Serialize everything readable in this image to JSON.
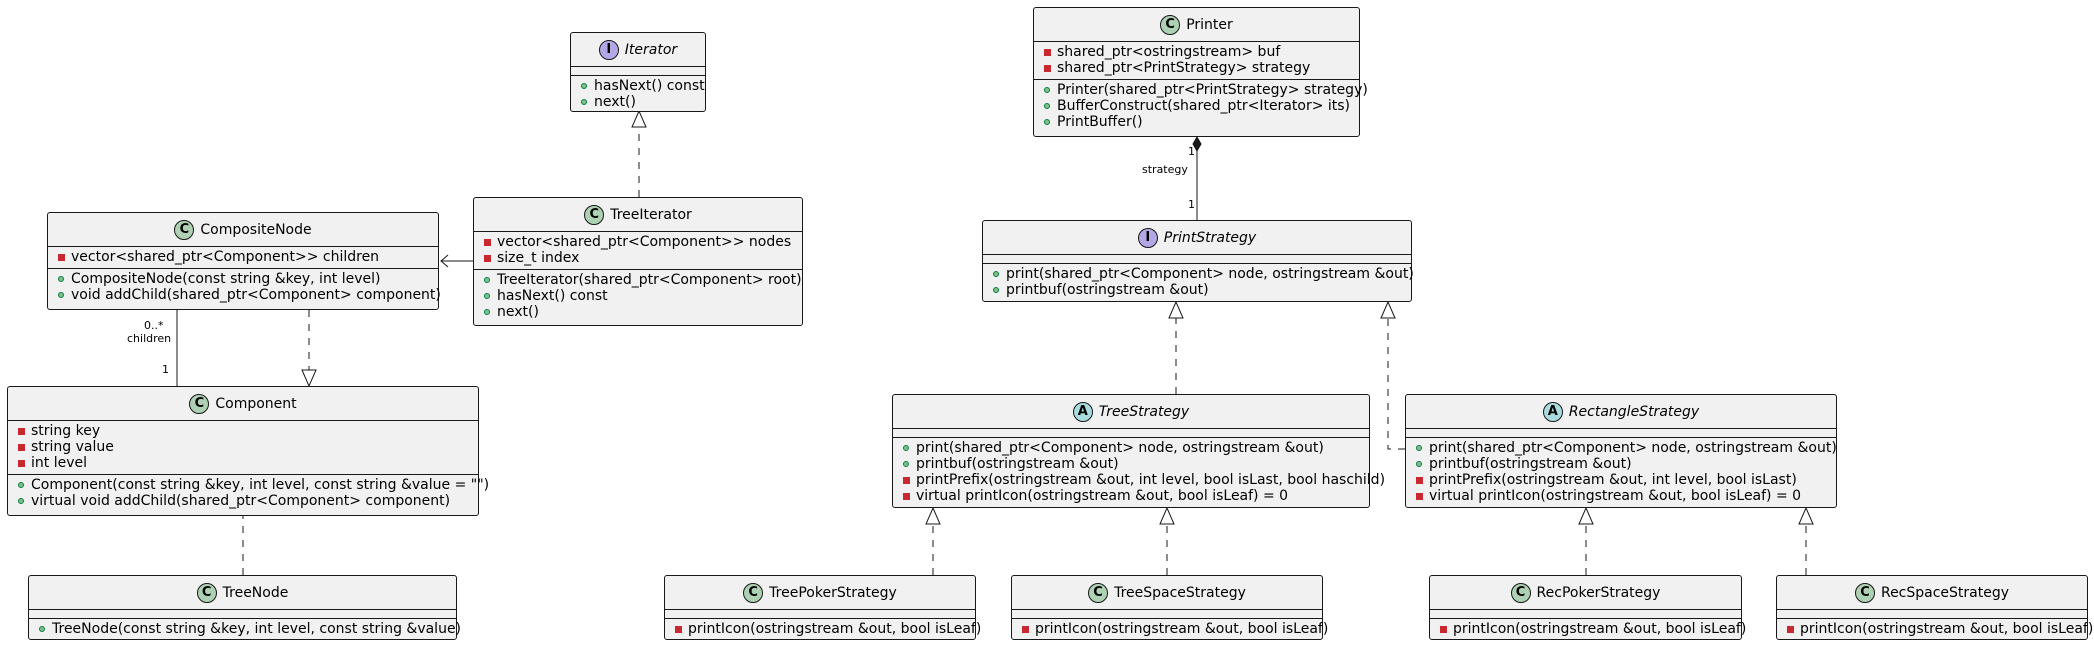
{
  "classes": {
    "iterator": {
      "kind": "I",
      "name": "Iterator",
      "italic": true,
      "fields": [],
      "methods": [
        {
          "vis": "public",
          "text": "hasNext() const"
        },
        {
          "vis": "public",
          "text": "next()"
        }
      ]
    },
    "printer": {
      "kind": "C",
      "name": "Printer",
      "italic": false,
      "fields": [
        {
          "vis": "private",
          "text": "shared_ptr<ostringstream> buf"
        },
        {
          "vis": "private",
          "text": "shared_ptr<PrintStrategy> strategy"
        }
      ],
      "methods": [
        {
          "vis": "public",
          "text": "Printer(shared_ptr<PrintStrategy> strategy)"
        },
        {
          "vis": "public",
          "text": "BufferConstruct(shared_ptr<Iterator> its)"
        },
        {
          "vis": "public",
          "text": "PrintBuffer()"
        }
      ]
    },
    "composite_node": {
      "kind": "C",
      "name": "CompositeNode",
      "italic": false,
      "fields": [
        {
          "vis": "private",
          "text": "vector<shared_ptr<Component>> children"
        }
      ],
      "methods": [
        {
          "vis": "public",
          "text": "CompositeNode(const string &key, int level)"
        },
        {
          "vis": "public",
          "text": "void addChild(shared_ptr<Component> component)"
        }
      ]
    },
    "tree_iterator": {
      "kind": "C",
      "name": "TreeIterator",
      "italic": false,
      "fields": [
        {
          "vis": "private",
          "text": "vector<shared_ptr<Component>> nodes"
        },
        {
          "vis": "private",
          "text": "size_t index"
        }
      ],
      "methods": [
        {
          "vis": "public",
          "text": "TreeIterator(shared_ptr<Component> root)"
        },
        {
          "vis": "public",
          "text": "hasNext() const"
        },
        {
          "vis": "public",
          "text": "next()"
        }
      ]
    },
    "print_strategy": {
      "kind": "I",
      "name": "PrintStrategy",
      "italic": true,
      "fields": [],
      "methods": [
        {
          "vis": "public",
          "text": "print(shared_ptr<Component> node, ostringstream &out)"
        },
        {
          "vis": "public",
          "text": "printbuf(ostringstream &out)"
        }
      ]
    },
    "component": {
      "kind": "C",
      "name": "Component",
      "italic": false,
      "fields": [
        {
          "vis": "private",
          "text": "string key"
        },
        {
          "vis": "private",
          "text": "string value"
        },
        {
          "vis": "private",
          "text": "int level"
        }
      ],
      "methods": [
        {
          "vis": "public",
          "text": "Component(const string &key, int level, const string &value = \"\")"
        },
        {
          "vis": "public",
          "text": "virtual void addChild(shared_ptr<Component> component)"
        }
      ]
    },
    "tree_strategy": {
      "kind": "A",
      "name": "TreeStrategy",
      "italic": true,
      "fields": [],
      "methods": [
        {
          "vis": "public",
          "text": "print(shared_ptr<Component> node, ostringstream &out)"
        },
        {
          "vis": "public",
          "text": "printbuf(ostringstream &out)"
        },
        {
          "vis": "private",
          "text": "printPrefix(ostringstream &out, int level, bool isLast, bool haschild)"
        },
        {
          "vis": "private",
          "text": "virtual printIcon(ostringstream &out, bool isLeaf) = 0"
        }
      ]
    },
    "rectangle_strategy": {
      "kind": "A",
      "name": "RectangleStrategy",
      "italic": true,
      "fields": [],
      "methods": [
        {
          "vis": "public",
          "text": "print(shared_ptr<Component> node, ostringstream &out)"
        },
        {
          "vis": "public",
          "text": "printbuf(ostringstream &out)"
        },
        {
          "vis": "private",
          "text": "printPrefix(ostringstream &out, int level, bool isLast)"
        },
        {
          "vis": "private",
          "text": "virtual printIcon(ostringstream &out, bool isLeaf) = 0"
        }
      ]
    },
    "tree_node": {
      "kind": "C",
      "name": "TreeNode",
      "italic": false,
      "fields": [],
      "methods": [
        {
          "vis": "public",
          "text": "TreeNode(const string &key, int level, const string &value)"
        }
      ]
    },
    "tree_poker_strategy": {
      "kind": "C",
      "name": "TreePokerStrategy",
      "italic": false,
      "fields": [],
      "methods": [
        {
          "vis": "private",
          "text": "printIcon(ostringstream &out, bool isLeaf)"
        }
      ]
    },
    "tree_space_strategy": {
      "kind": "C",
      "name": "TreeSpaceStrategy",
      "italic": false,
      "fields": [],
      "methods": [
        {
          "vis": "private",
          "text": "printIcon(ostringstream &out, bool isLeaf)"
        }
      ]
    },
    "rec_poker_strategy": {
      "kind": "C",
      "name": "RecPokerStrategy",
      "italic": false,
      "fields": [],
      "methods": [
        {
          "vis": "private",
          "text": "printIcon(ostringstream &out, bool isLeaf)"
        }
      ]
    },
    "rec_space_strategy": {
      "kind": "C",
      "name": "RecSpaceStrategy",
      "italic": false,
      "fields": [],
      "methods": [
        {
          "vis": "private",
          "text": "printIcon(ostringstream &out, bool isLeaf)"
        }
      ]
    }
  },
  "labels": {
    "printer_mult": "1",
    "printer_role": "strategy",
    "strategy_mult": "1",
    "children_mult": "0..*",
    "children_role": "children",
    "component_mult": "1"
  },
  "colors": {
    "box_fill": "#f1f1f1",
    "border": "#181818",
    "class_badge": "#add1b2",
    "interface_badge": "#b4a7e5",
    "abstract_badge": "#a9dcdf",
    "private_marker": "#c82930",
    "public_marker": "#84be84"
  }
}
